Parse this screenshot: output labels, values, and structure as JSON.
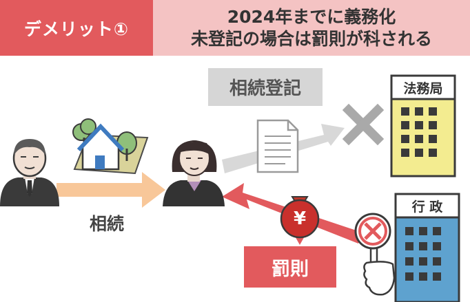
{
  "header": {
    "badge": "デメリット①",
    "title_line1": "2024年までに義務化",
    "title_line2": "未登記の場合は罰則が科される"
  },
  "diagram": {
    "register_label": "相続登記",
    "inherit_label": "相続",
    "penalty_label": "罰則",
    "legal_affairs_bureau": "法務局",
    "administration": "行 政",
    "yen_symbol": "¥"
  },
  "colors": {
    "accent_red": "#e25a5d",
    "header_pink": "#f4c3c3",
    "label_gray": "#d6d6d6",
    "arrow_orange": "#f8c799",
    "building_yellow": "#f3ec90",
    "building_blue": "#5ea2cf"
  },
  "icons": [
    "man-icon",
    "house-icon",
    "woman-icon",
    "document-icon",
    "cross-icon",
    "bureau-building-icon",
    "money-bag-icon",
    "admin-building-icon",
    "prohibition-sign-icon"
  ]
}
